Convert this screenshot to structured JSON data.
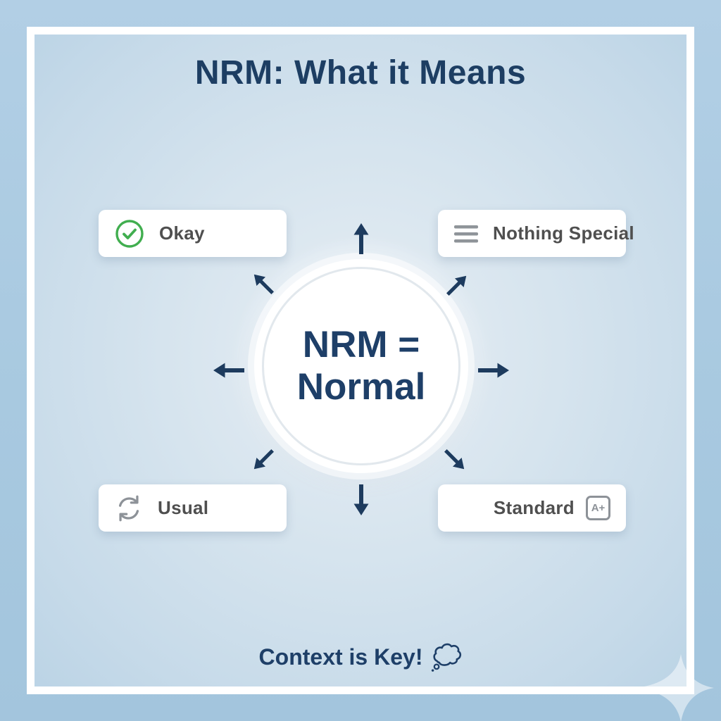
{
  "title": "NRM: What it Means",
  "center": {
    "line1": "NRM =",
    "line2": "Normal"
  },
  "cards": [
    {
      "label": "Okay",
      "icon": "check-circle-icon"
    },
    {
      "label": "Nothing Special",
      "icon": "menu-lines-icon"
    },
    {
      "label": "Usual",
      "icon": "refresh-icon"
    },
    {
      "label": "Standard",
      "icon": "a-plus-badge-icon",
      "badge_text": "A+"
    }
  ],
  "caption": {
    "text": "Context is Key!",
    "icon": "thought-bubble-icon"
  },
  "colors": {
    "navy_text": "#1e3f68",
    "arrow_navy": "#1d3b5e",
    "card_text_gray": "#4f4f4f",
    "icon_gray": "#8d9298",
    "check_green": "#41ae4f",
    "card_bg": "#ffffff",
    "frame_white": "#ffffff",
    "outer_bg_blue": "#a8c9e0",
    "inner_bg_blue": "#d6e4ee"
  }
}
